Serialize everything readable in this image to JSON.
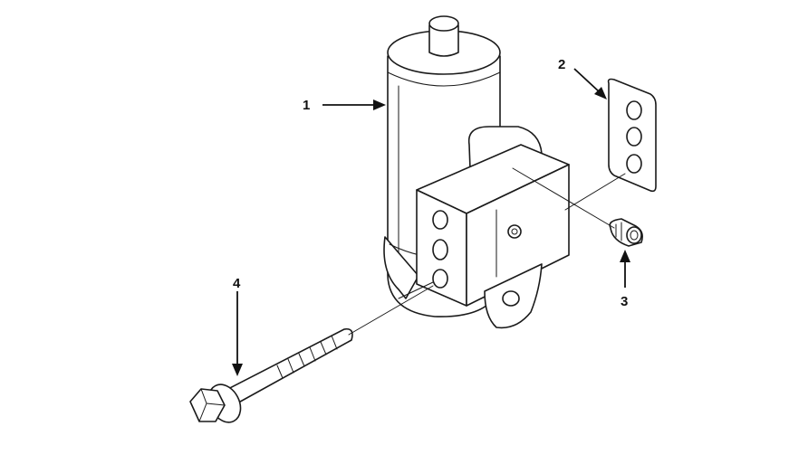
{
  "callouts": [
    {
      "id": "1",
      "label": "1"
    },
    {
      "id": "2",
      "label": "2"
    },
    {
      "id": "3",
      "label": "3"
    },
    {
      "id": "4",
      "label": "4"
    }
  ],
  "colors": {
    "ink": "#1a1a1a",
    "background": "#ffffff"
  }
}
